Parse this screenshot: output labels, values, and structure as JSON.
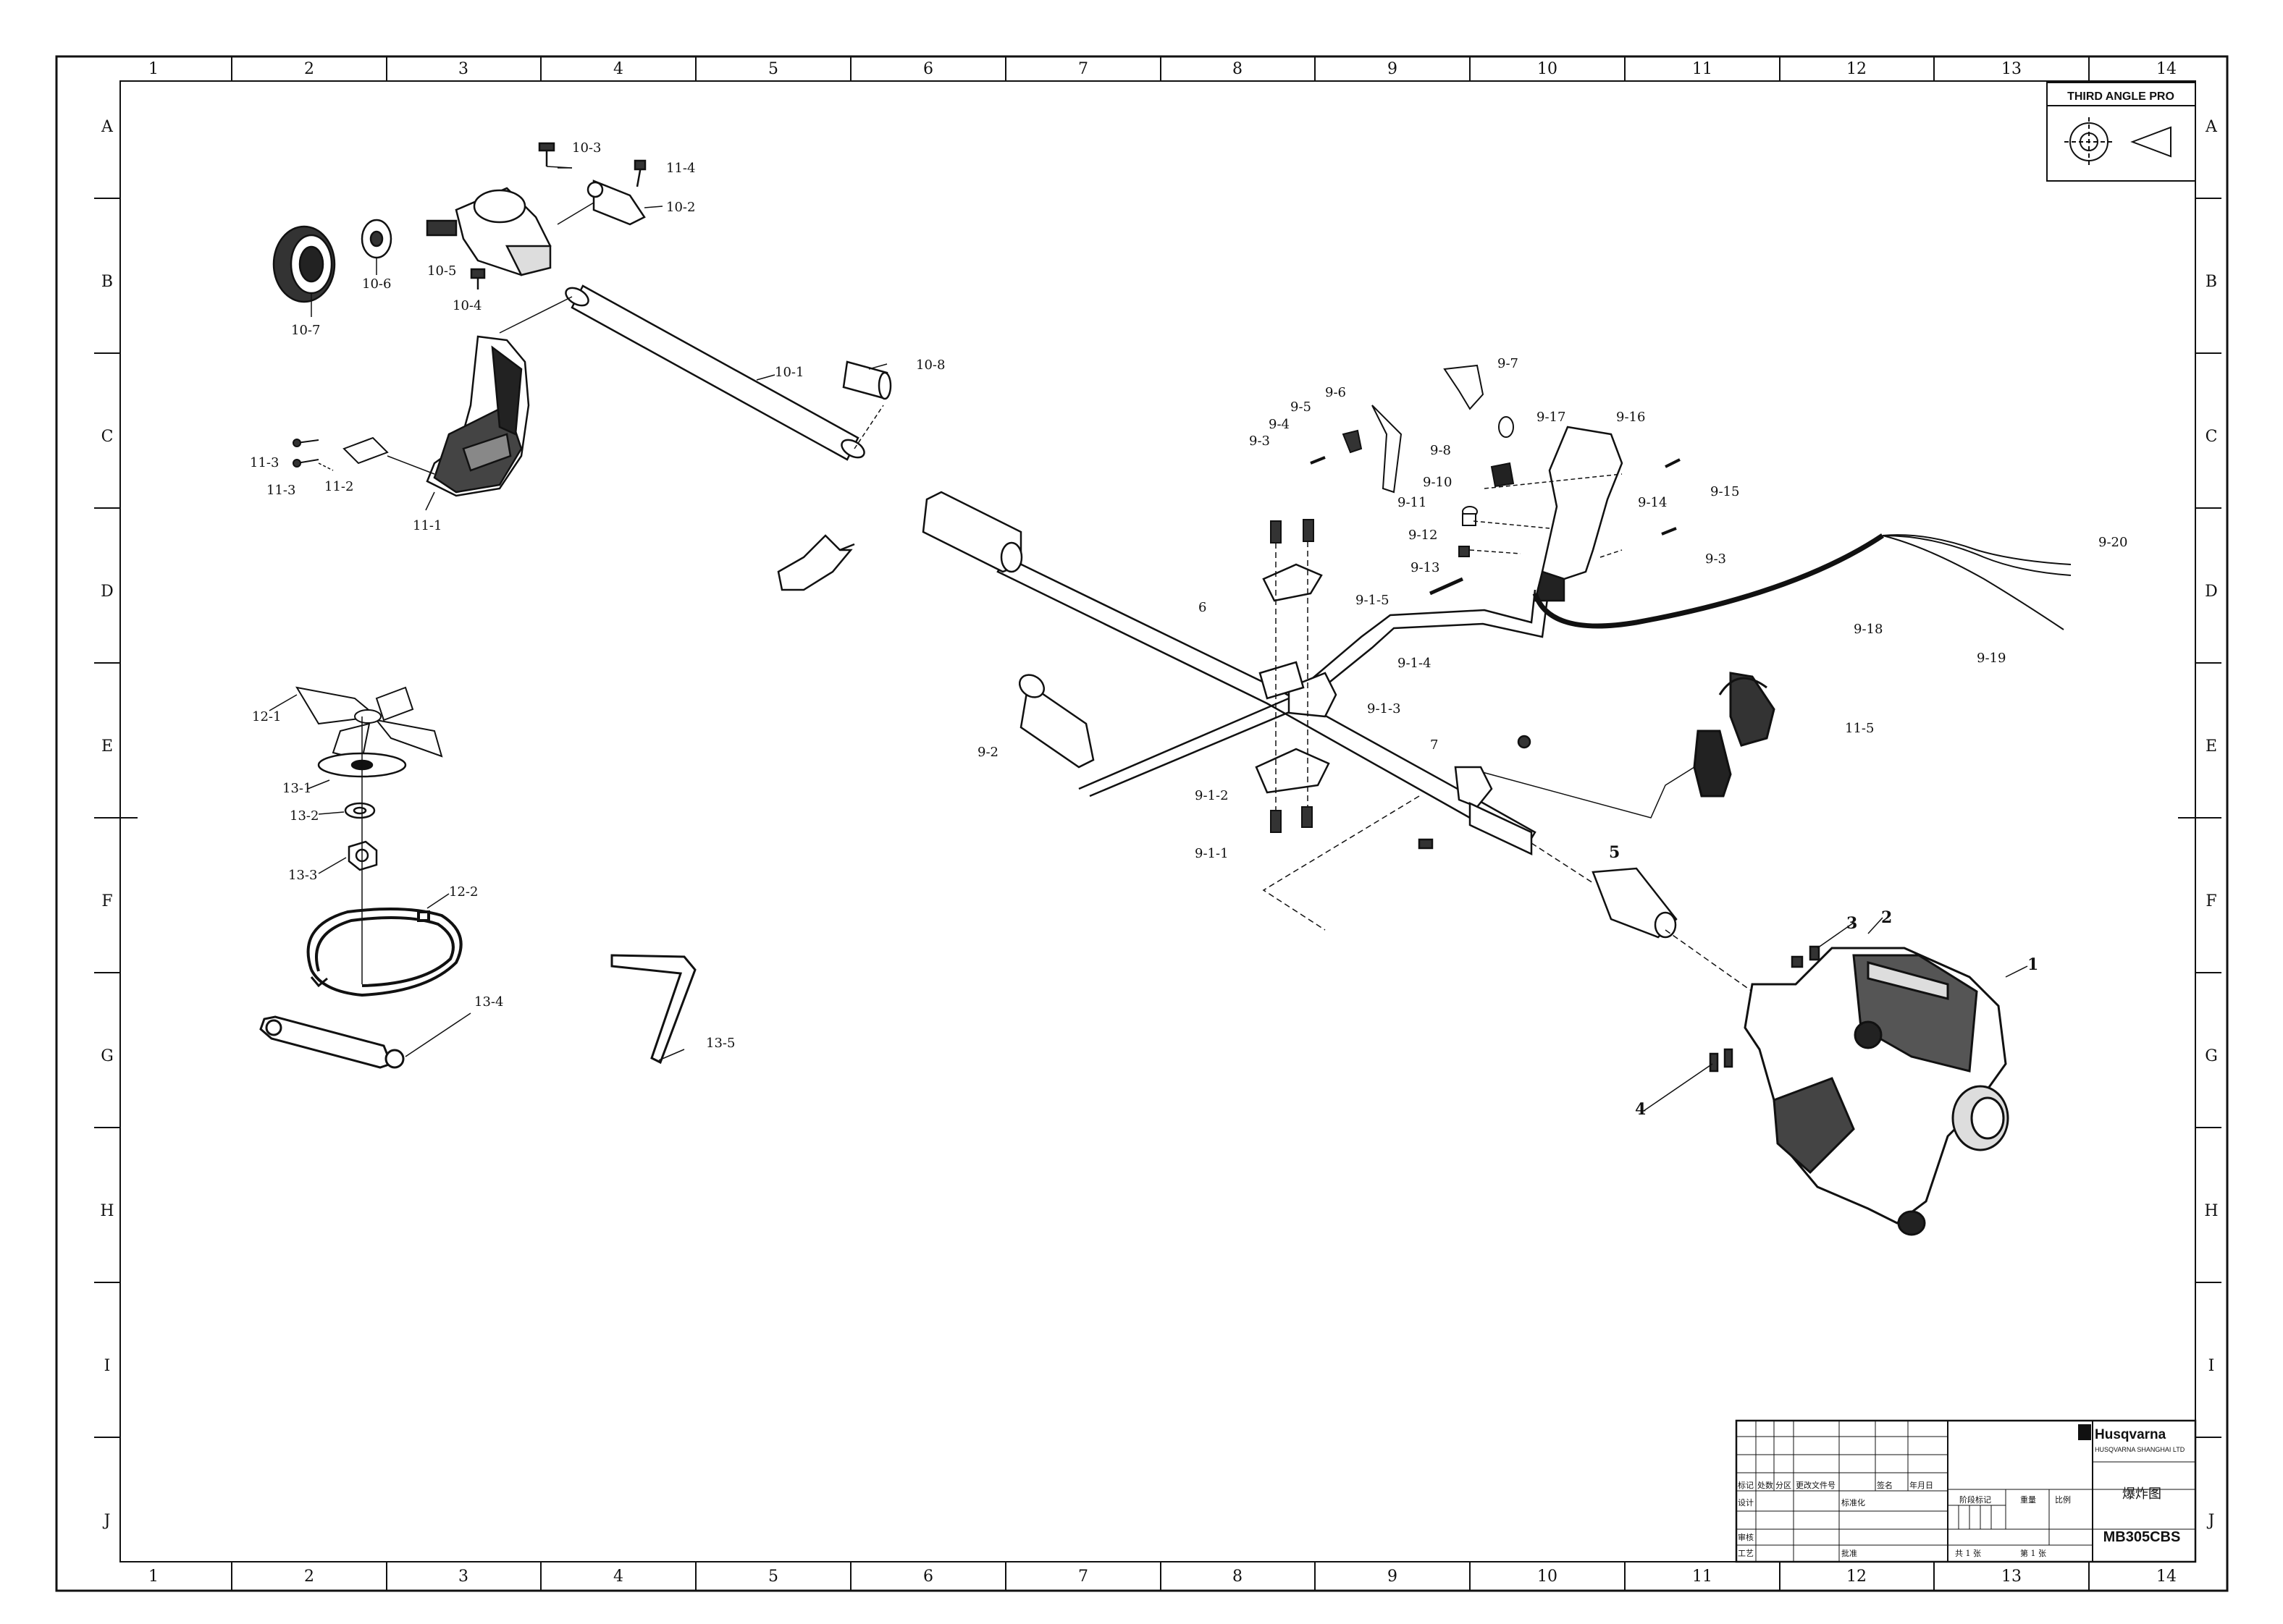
{
  "sheet": {
    "col_labels": [
      "1",
      "2",
      "3",
      "4",
      "5",
      "6",
      "7",
      "8",
      "9",
      "10",
      "11",
      "12",
      "13",
      "14"
    ],
    "row_labels": [
      "A",
      "B",
      "C",
      "D",
      "E",
      "F",
      "G",
      "H",
      "I",
      "J"
    ],
    "projection_label": "THIRD ANGLE PRO"
  },
  "callouts": {
    "c10_3": "10-3",
    "c11_4": "11-4",
    "c10_2": "10-2",
    "c10_6": "10-6",
    "c10_5": "10-5",
    "c10_4": "10-4",
    "c10_7": "10-7",
    "c10_1": "10-1",
    "c10_8": "10-8",
    "c11_3a": "11-3",
    "c11_3b": "11-3",
    "c11_2": "11-2",
    "c11_1": "11-1",
    "c9_7": "9-7",
    "c9_6": "9-6",
    "c9_5": "9-5",
    "c9_4": "9-4",
    "c9_3a": "9-3",
    "c9_17": "9-17",
    "c9_16": "9-16",
    "c9_8": "9-8",
    "c9_15": "9-15",
    "c9_10": "9-10",
    "c9_14": "9-14",
    "c9_11": "9-11",
    "c9_12": "9-12",
    "c9_3b": "9-3",
    "c9_20": "9-20",
    "c9_13": "9-13",
    "c9_1_5": "9-1-5",
    "c6": "6",
    "c9_18": "9-18",
    "c9_19": "9-19",
    "c9_1_4": "9-1-4",
    "c9_1_3": "9-1-3",
    "c11_5": "11-5",
    "c12_1": "12-1",
    "c9_2": "9-2",
    "c7": "7",
    "c9_1_2": "9-1-2",
    "c13_1": "13-1",
    "c13_2": "13-2",
    "c9_1_1": "9-1-1",
    "c5": "5",
    "c13_3": "13-3",
    "c12_2": "12-2",
    "c3": "3",
    "c2": "2",
    "c1": "1",
    "c13_4": "13-4",
    "c13_5": "13-5",
    "c4": "4"
  },
  "title_block": {
    "brand": "Husqvarna",
    "brand_sub": "HUSQVARNA SHANGHAI LTD",
    "drawing_title": "爆炸图",
    "model": "MB305CBS",
    "rev_headers": [
      "标记",
      "处数",
      "分区",
      "更改文件号",
      "签名",
      "年月日"
    ],
    "row_design": "设计",
    "row_standard": "标准化",
    "row_review": "审核",
    "row_process": "工艺",
    "row_approve": "批准",
    "stage_mark": "阶段标记",
    "weight": "重量",
    "scale": "比例",
    "sheets_total": "共 1 张",
    "sheet_no": "第 1 张"
  },
  "colors": {
    "ink": "#111111",
    "paper": "#ffffff"
  }
}
